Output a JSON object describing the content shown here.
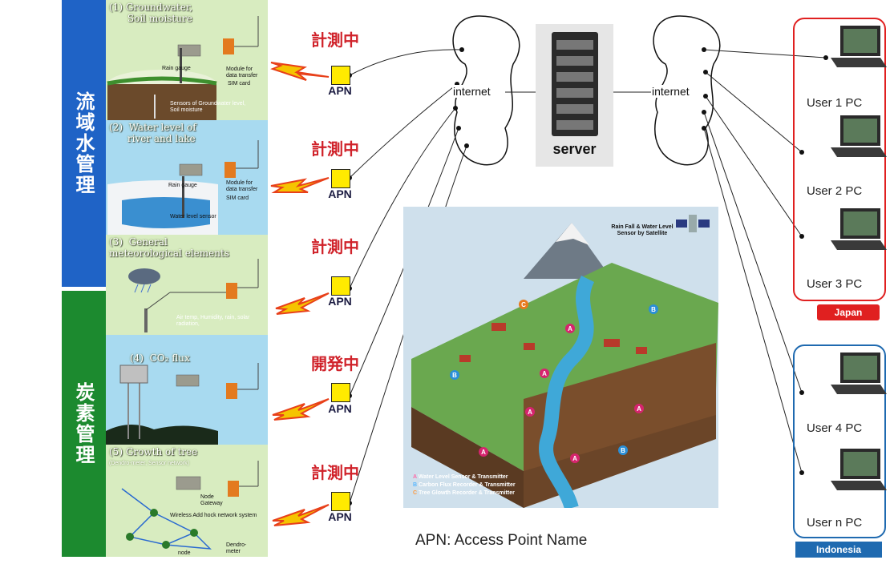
{
  "bands": {
    "watershed": "流域水管理",
    "carbon": "炭素管理"
  },
  "panels": [
    {
      "title": "(1) Groundwater,\n      Soil moisture",
      "labels": [
        "Rain gauge",
        "Module for data transfer",
        "SIM card",
        "Sensors of Groundwater level, Soil moisture"
      ],
      "status": "計測中",
      "apn": "APN"
    },
    {
      "title": "(2)  Water level of\n      river and lake",
      "labels": [
        "Rain gauge",
        "Module for data transfer",
        "SIM card",
        "Water level sensor"
      ],
      "status": "計測中",
      "apn": "APN"
    },
    {
      "title": "(3)  General\nmeteorological elements",
      "labels": [
        "Air temp, Humidity, rain, solar radiation,"
      ],
      "status": "計測中",
      "apn": "APN"
    },
    {
      "title": "(4)  CO₂ flux",
      "labels": [],
      "status": "開発中",
      "apn": "APN"
    },
    {
      "title": "(5) Growth of tree",
      "subtitle": "(Dendro-meter, Sensor network)",
      "labels": [
        "Node Gateway",
        "Wireless Add hock network system",
        "node",
        "Dendro-meter"
      ],
      "status": "計測中",
      "apn": "APN"
    }
  ],
  "network": {
    "internet_left": "internet",
    "internet_right": "internet",
    "server": "server"
  },
  "users": [
    {
      "label": "User 1  PC"
    },
    {
      "label": "User 2  PC"
    },
    {
      "label": "User 3  PC"
    },
    {
      "label": "User 4  PC"
    },
    {
      "label": "User n  PC"
    }
  ],
  "countries": {
    "japan": "Japan",
    "indonesia": "Indonesia"
  },
  "landscape": {
    "satellite_label": "Rain Fall & Water Level Sensor by Satellite",
    "legend": [
      {
        "letter": "A",
        "text": "Water Level Sensor & Transmitter",
        "color": "#d6246e"
      },
      {
        "letter": "B",
        "text": "Carbon Flux Recorder & Transmitter",
        "color": "#2a8fd8"
      },
      {
        "letter": "C",
        "text": "Tree Glowth Recorder & Transmitter",
        "color": "#e87a1e"
      }
    ]
  },
  "footnote": "APN: Access Point Name",
  "colors": {
    "watershed_band": "#1f63c6",
    "carbon_band": "#1c8a2f",
    "status_red": "#d0222a",
    "apn_yellow": "#ffea00",
    "japan_red": "#e02020",
    "indonesia_blue": "#1f6ab0"
  }
}
